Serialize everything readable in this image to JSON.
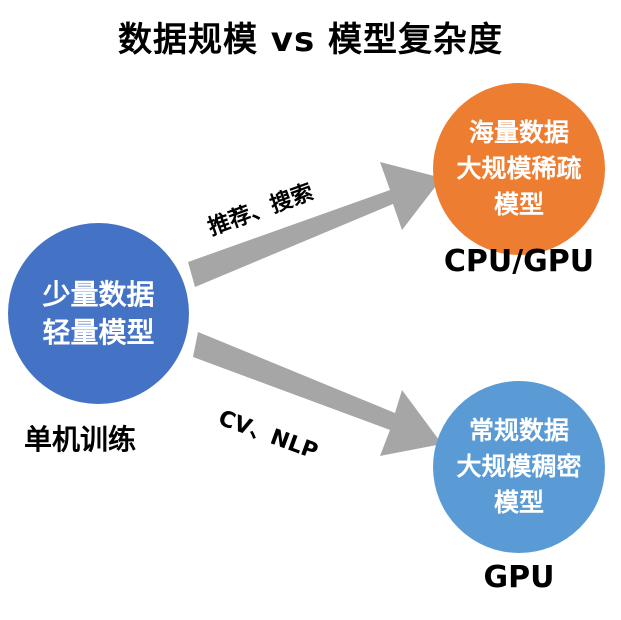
{
  "title": "数据规模 vs 模型复杂度",
  "colors": {
    "small_circle": "#4472C4",
    "large_sparse_circle": "#ED7D31",
    "large_dense_circle": "#5B9BD5",
    "arrow": "#A6A6A6"
  },
  "nodes": {
    "small": {
      "lines": [
        "少量数据",
        "轻量模型"
      ],
      "caption": "单机训练"
    },
    "sparse": {
      "lines": [
        "海量数据",
        "大规模稀疏",
        "模型"
      ],
      "caption": "CPU/GPU"
    },
    "dense": {
      "lines": [
        "常规数据",
        "大规模稠密",
        "模型"
      ],
      "caption": "GPU"
    }
  },
  "edges": {
    "to_sparse": "推荐、搜索",
    "to_dense": "CV、NLP"
  }
}
